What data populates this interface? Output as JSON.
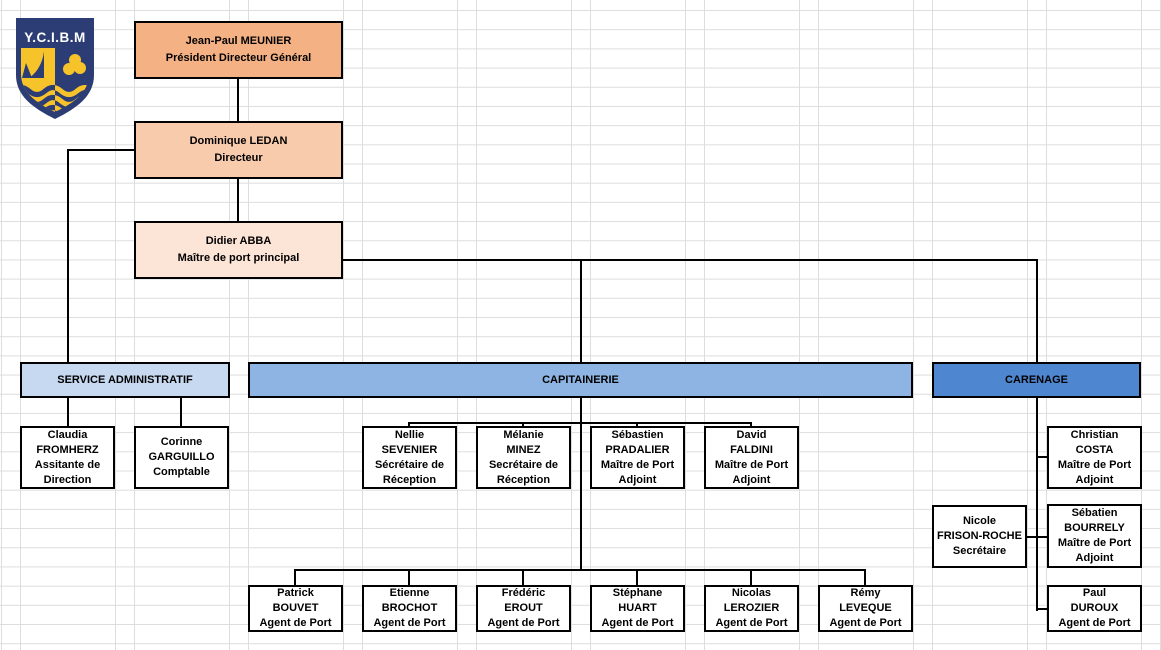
{
  "colors": {
    "box_president": "#F4B183",
    "box_directeur": "#F8CBAD",
    "box_maitre_principal": "#FCE4D6",
    "dept_service_administratif": "#C6D9F0",
    "dept_capitainerie": "#8DB4E2",
    "dept_carenage": "#4E86D0",
    "staff_box": "#FFFFFF",
    "connector": "#000000",
    "grid_line": "#DDDDDD",
    "logo_navy": "#2C3C74",
    "logo_yellow": "#F6C32B",
    "logo_text": "#FFFFFF"
  },
  "logo": {
    "initials": "Y.C.I.B.M"
  },
  "direction": {
    "president": {
      "text": "Jean-Paul MEUNIER\nPrésident Directeur Général"
    },
    "directeur": {
      "text": "Dominique LEDAN\nDirecteur"
    },
    "maitre_principal": {
      "text": "Didier ABBA\nMaître de port principal"
    }
  },
  "departments": {
    "service_administratif": {
      "label": "SERVICE ADMINISTRATIF"
    },
    "capitainerie": {
      "label": "CAPITAINERIE"
    },
    "carenage": {
      "label": "CARENAGE"
    }
  },
  "staff": {
    "fromherz": {
      "text": "Claudia\nFROMHERZ\nAssitante de\nDirection"
    },
    "garguillo": {
      "text": "Corinne\nGARGUILLO\nComptable"
    },
    "sevenier": {
      "text": "Nellie\nSEVENIER\nSécrétaire de\nRéception"
    },
    "minez": {
      "text": "Mélanie\nMINEZ\nSecrétaire de\nRéception"
    },
    "pradalier": {
      "text": "Sébastien\nPRADALIER\nMaître de Port\nAdjoint"
    },
    "faldini": {
      "text": "David\nFALDINI\nMaître de Port\nAdjoint"
    },
    "costa": {
      "text": "Christian\nCOSTA\nMaître de Port\nAdjoint"
    },
    "frison_roche": {
      "text": "Nicole\nFRISON-ROCHE\nSecrétaire"
    },
    "bourrely": {
      "text": "Sébatien\nBOURRELY\nMaître de Port\nAdjoint"
    },
    "duroux": {
      "text": "Paul\nDUROUX\nAgent de Port"
    },
    "bouvet": {
      "text": "Patrick\nBOUVET\nAgent de Port"
    },
    "brochot": {
      "text": "Etienne\nBROCHOT\nAgent de Port"
    },
    "erout": {
      "text": "Frédéric\nEROUT\nAgent de Port"
    },
    "huart": {
      "text": "Stéphane\nHUART\nAgent de Port"
    },
    "lerozier": {
      "text": "Nicolas\nLEROZIER\nAgent de Port"
    },
    "leveque": {
      "text": "Rémy\nLEVEQUE\nAgent de Port"
    }
  }
}
